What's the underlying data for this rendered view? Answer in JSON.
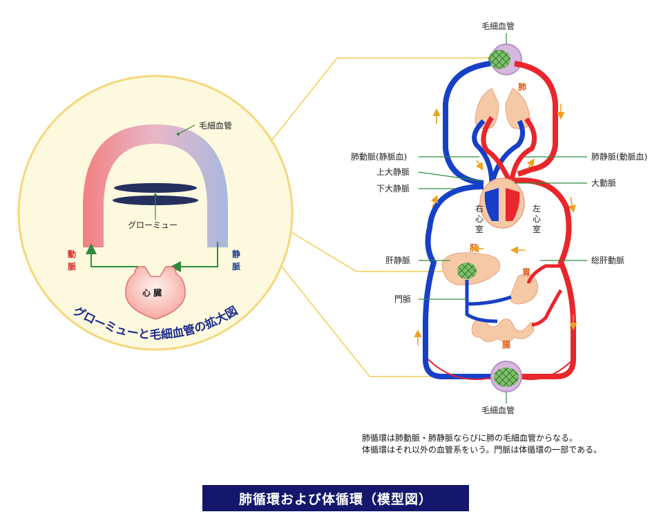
{
  "magnified": {
    "capillary_label": "毛細血管",
    "glomus_label": "グローミュー",
    "artery_label": [
      "動",
      "脈"
    ],
    "vein_label": [
      "静",
      "脈"
    ],
    "heart_label": "心 臓",
    "arc_title": "グローミューと毛細血管の拡大図"
  },
  "model": {
    "capillary_top": "毛細血管",
    "capillary_bottom": "毛細血管",
    "lung": "肺",
    "liver": "肝",
    "stomach": "胃",
    "intestine": "腸",
    "right_ventricle": [
      "右",
      "心",
      "室"
    ],
    "left_ventricle": [
      "左",
      "心",
      "室"
    ],
    "left_labels": {
      "pulmonary_artery": "肺動脈(静脈血)",
      "superior_vena_cava": "上大静脈",
      "inferior_vena_cava": "下大静脈",
      "hepatic_vein": "肝静脈",
      "portal_vein": "門脈"
    },
    "right_labels": {
      "pulmonary_vein": "肺静脈(動脈血)",
      "aorta": "大動脈",
      "hepatic_artery": "総肝動脈"
    }
  },
  "caption": [
    "肺循環は肺動脈・肺静脈ならびに肺の毛細血管からなる。",
    "体循環はそれ以外の血管系をいう。門脈は体循環の一部である。"
  ],
  "title": "肺循環および体循環（模型図）",
  "colors": {
    "artery": "#e8262b",
    "vein": "#1740c8",
    "capillary": "#2e8b3a",
    "organ": "#f6c9a6",
    "circle_fill": "#fdf9de",
    "circle_stroke": "#f5d77a",
    "title_bg": "#14176b"
  }
}
